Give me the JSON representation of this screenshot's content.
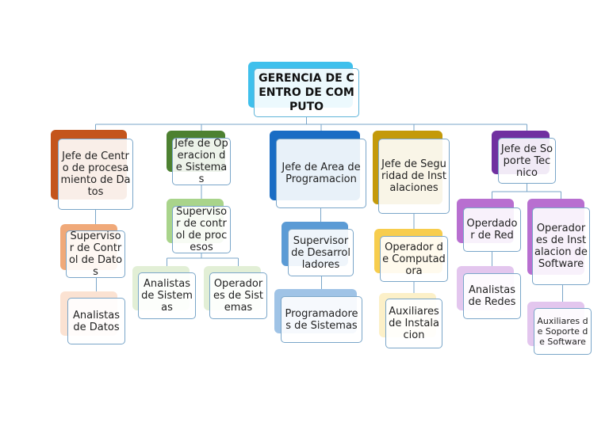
{
  "chart_data": {
    "type": "org-chart",
    "root": {
      "label": "GERENCIA DE CENTRO DE COMPUTO",
      "color": "#3fc0ec",
      "children": [
        {
          "label": "Jefe de Centro de procesamiento de Datos",
          "color": "#c4551c",
          "children": [
            {
              "label": "Supervisor de Control de Datos",
              "color": "#f0a979",
              "children": [
                {
                  "label": "Analistas de Datos",
                  "color": "#fbe2d2"
                }
              ]
            }
          ]
        },
        {
          "label": "Jefe de Operacion de Sistemas",
          "color": "#4d8131",
          "children": [
            {
              "label": "Supervisor de control de procesos",
              "color": "#a9d48b",
              "children": [
                {
                  "label": "Analistas de Sistemas",
                  "color": "#e2efd6"
                },
                {
                  "label": "Operadores de Sistemas",
                  "color": "#e2efd6"
                }
              ]
            }
          ]
        },
        {
          "label": "Jefe de Area de Programacion",
          "color": "#1a6dc4",
          "children": [
            {
              "label": "Supervisor de Desarrolladores",
              "color": "#5b9bd5",
              "children": [
                {
                  "label": "Programadores de Sistemas",
                  "color": "#9fc3e6"
                }
              ]
            }
          ]
        },
        {
          "label": "Jefe de Seguridad de Instalaciones",
          "color": "#c49a0a",
          "children": [
            {
              "label": "Operador de Computadora",
              "color": "#f7cd4d",
              "children": [
                {
                  "label": "Auxiliares de Instalacion",
                  "color": "#fcf0c8"
                }
              ]
            }
          ]
        },
        {
          "label": "Jefe de Soporte Tecnico",
          "color": "#7030a0",
          "children": [
            {
              "label": "Operdador de Red",
              "color": "#b86fd0",
              "children": [
                {
                  "label": "Analistas de Redes",
                  "color": "#e3c6ee"
                }
              ]
            },
            {
              "label": "Operadores de Instalacion de Software",
              "color": "#b86fd0",
              "children": [
                {
                  "label": "Auxiliares de Soporte de Software",
                  "color": "#e3c6ee"
                }
              ]
            }
          ]
        }
      ]
    },
    "line_color": "#7aa6c9"
  }
}
